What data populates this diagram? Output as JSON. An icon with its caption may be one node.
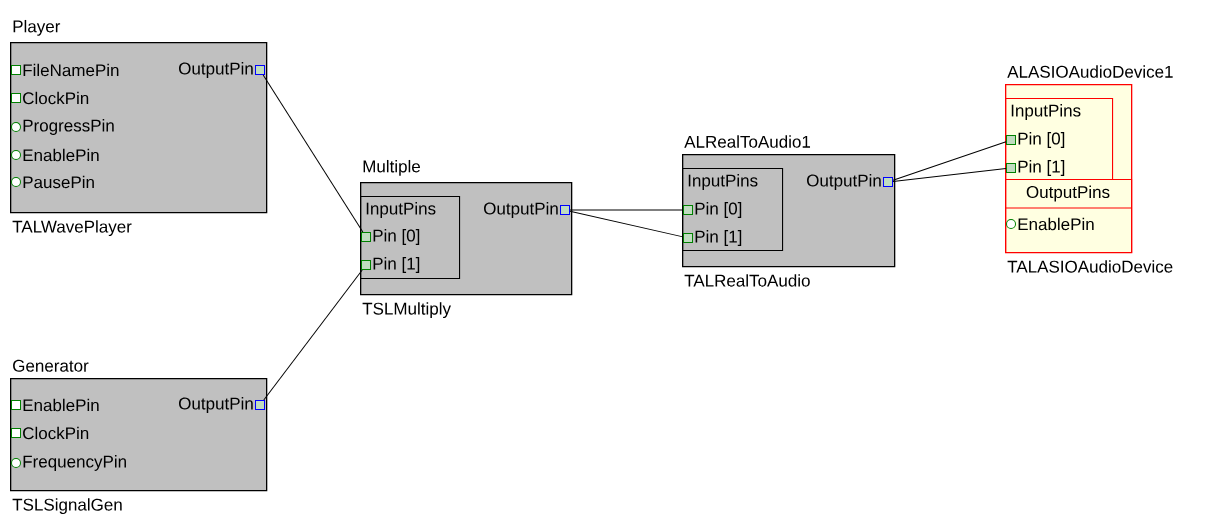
{
  "diagram": {
    "nodes": [
      {
        "text": [
          "Player",
          "TALWavePlayer"
        ]
      },
      {
        "text": [],
        "shape": "box",
        "in": 0,
        "beside": [
          "FileNamePin"
        ]
      },
      {
        "text": [],
        "shape": "box",
        "in": 0,
        "beside": [
          "ClockPin"
        ]
      },
      {
        "text": [],
        "shape": "circle",
        "in": 0,
        "beside": [
          "ProgressPin"
        ]
      },
      {
        "text": [],
        "shape": "circle",
        "in": 0,
        "beside": [
          "EnablePin"
        ]
      },
      {
        "text": [],
        "shape": "circle",
        "in": 0,
        "beside": [
          "PausePin"
        ]
      },
      {
        "text": [],
        "shape": "box",
        "in": 0,
        "beside": [
          "OutputPin"
        ]
      },
      {
        "text": [
          "Generator",
          "TSLSignalGen"
        ]
      },
      {
        "text": [],
        "shape": "box",
        "in": 7,
        "beside": [
          "EnablePin"
        ]
      },
      {
        "text": [],
        "shape": "box",
        "in": 7,
        "beside": [
          "ClockPin"
        ]
      },
      {
        "text": [],
        "shape": "circle",
        "in": 7,
        "beside": [
          "FrequencyPin"
        ]
      },
      {
        "text": [],
        "shape": "box",
        "in": 7,
        "beside": [
          "OutputPin"
        ]
      },
      {
        "text": [
          "Multiple",
          "TSLMultiply"
        ]
      },
      {
        "text": [
          "InputPins"
        ],
        "in": 12
      },
      {
        "text": [],
        "shape": "box",
        "in": 13,
        "beside": [
          "Pin [0]"
        ]
      },
      {
        "text": [],
        "shape": "box",
        "in": 13,
        "beside": [
          "Pin [1]"
        ]
      },
      {
        "text": [],
        "shape": "box",
        "in": 12,
        "beside": [
          "OutputPin"
        ]
      },
      {
        "text": [
          "ALRealToAudio1",
          "TALRealToAudio"
        ]
      },
      {
        "text": [
          "InputPins"
        ],
        "in": 17
      },
      {
        "text": [],
        "shape": "box",
        "in": 18,
        "beside": [
          "Pin [0]"
        ]
      },
      {
        "text": [],
        "shape": "box",
        "in": 18,
        "beside": [
          "Pin [1]"
        ]
      },
      {
        "text": [],
        "shape": "box",
        "in": 17,
        "beside": [
          "OutputPin"
        ]
      },
      {
        "text": [
          "ALASIOAudioDevice1",
          "TALASIOAudioDevice"
        ]
      },
      {
        "text": [
          "InputPins"
        ],
        "in": 22
      },
      {
        "text": [],
        "shape": "box",
        "in": 23,
        "beside": [
          "Pin [0]"
        ]
      },
      {
        "text": [],
        "shape": "box",
        "in": 23,
        "beside": [
          "Pin [1]"
        ]
      },
      {
        "text": [
          "OutputPins"
        ],
        "in": 22
      },
      {
        "text": [],
        "shape": "circle",
        "in": 26,
        "beside": [
          "EnablePin"
        ]
      }
    ],
    "edges": [
      {
        "from": 6,
        "to": 14,
        "arrow": "none"
      },
      {
        "from": 11,
        "to": 15,
        "arrow": "none"
      },
      {
        "from": 16,
        "to": 19,
        "arrow": "none"
      },
      {
        "from": 16,
        "to": 20,
        "arrow": "none"
      },
      {
        "from": 21,
        "to": 24,
        "arrow": "none"
      },
      {
        "from": 21,
        "to": 25,
        "arrow": "none"
      }
    ]
  }
}
